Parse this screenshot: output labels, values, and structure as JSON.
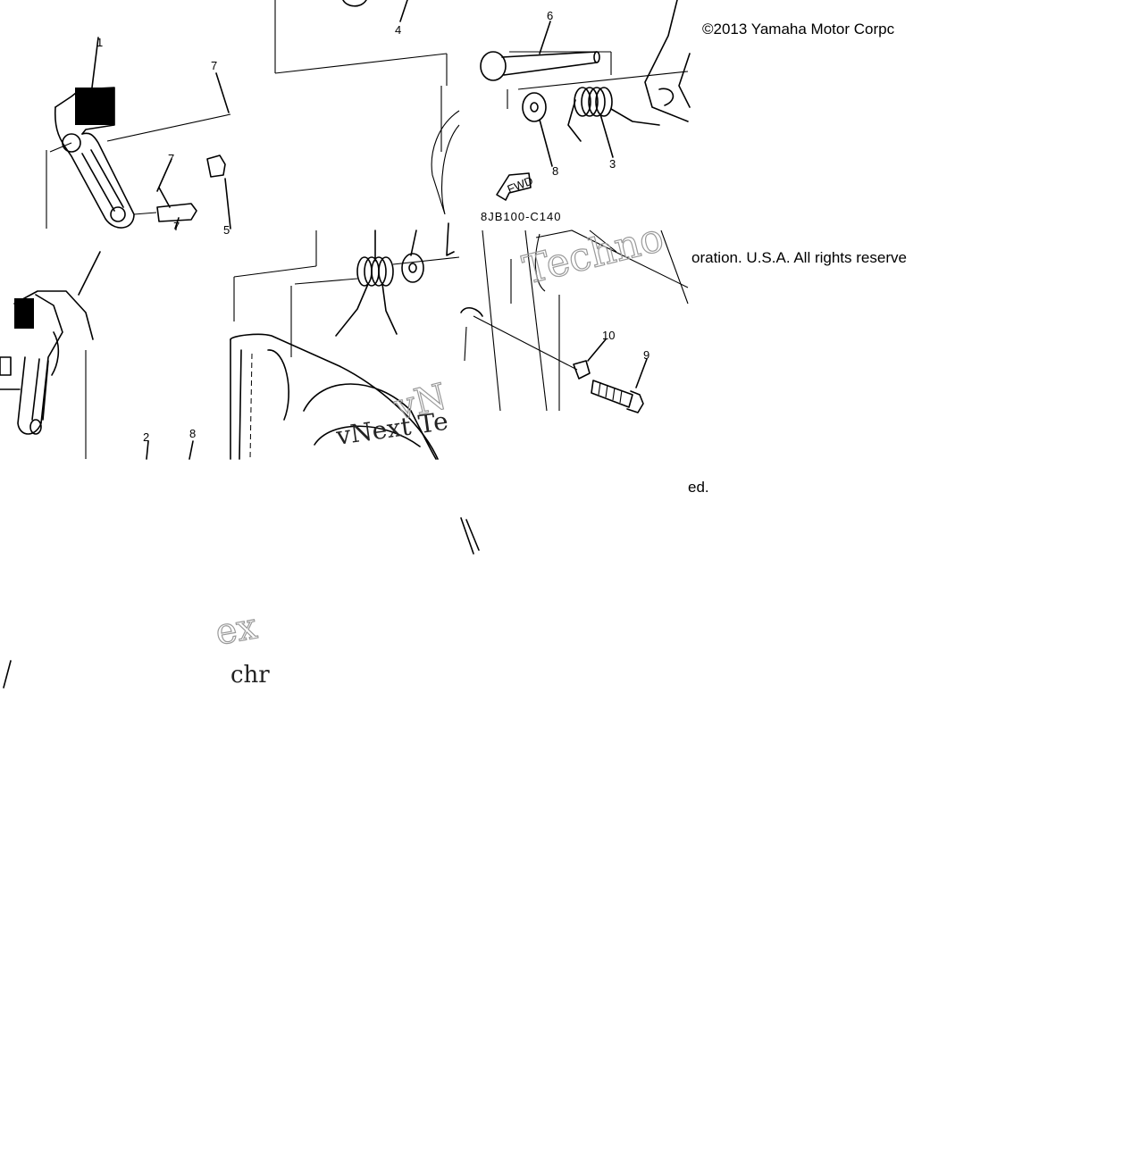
{
  "copyright": {
    "line1": "©2013 Yamaha Motor Corpc",
    "line2": "oration. U.S.A. All rights reserve",
    "line3": "ed."
  },
  "diagram": {
    "code": "8JB100-C140",
    "fwd_label": "FWD",
    "callouts": [
      "1",
      "2",
      "3",
      "4",
      "5",
      "6",
      "7",
      "8",
      "9",
      "10"
    ],
    "callout_labels": {
      "c1": "1",
      "c7a": "7",
      "c7b": "7",
      "c7c": "7",
      "c5": "5",
      "c4": "4",
      "c6": "6",
      "c8a": "8",
      "c3": "3",
      "c2": "2",
      "c8b": "8",
      "c10": "10",
      "c9": "9"
    }
  },
  "watermark": {
    "w1": "vNext Te",
    "w2": "Techno",
    "w3": "ex",
    "w4": "chr",
    "w5": "vN"
  }
}
